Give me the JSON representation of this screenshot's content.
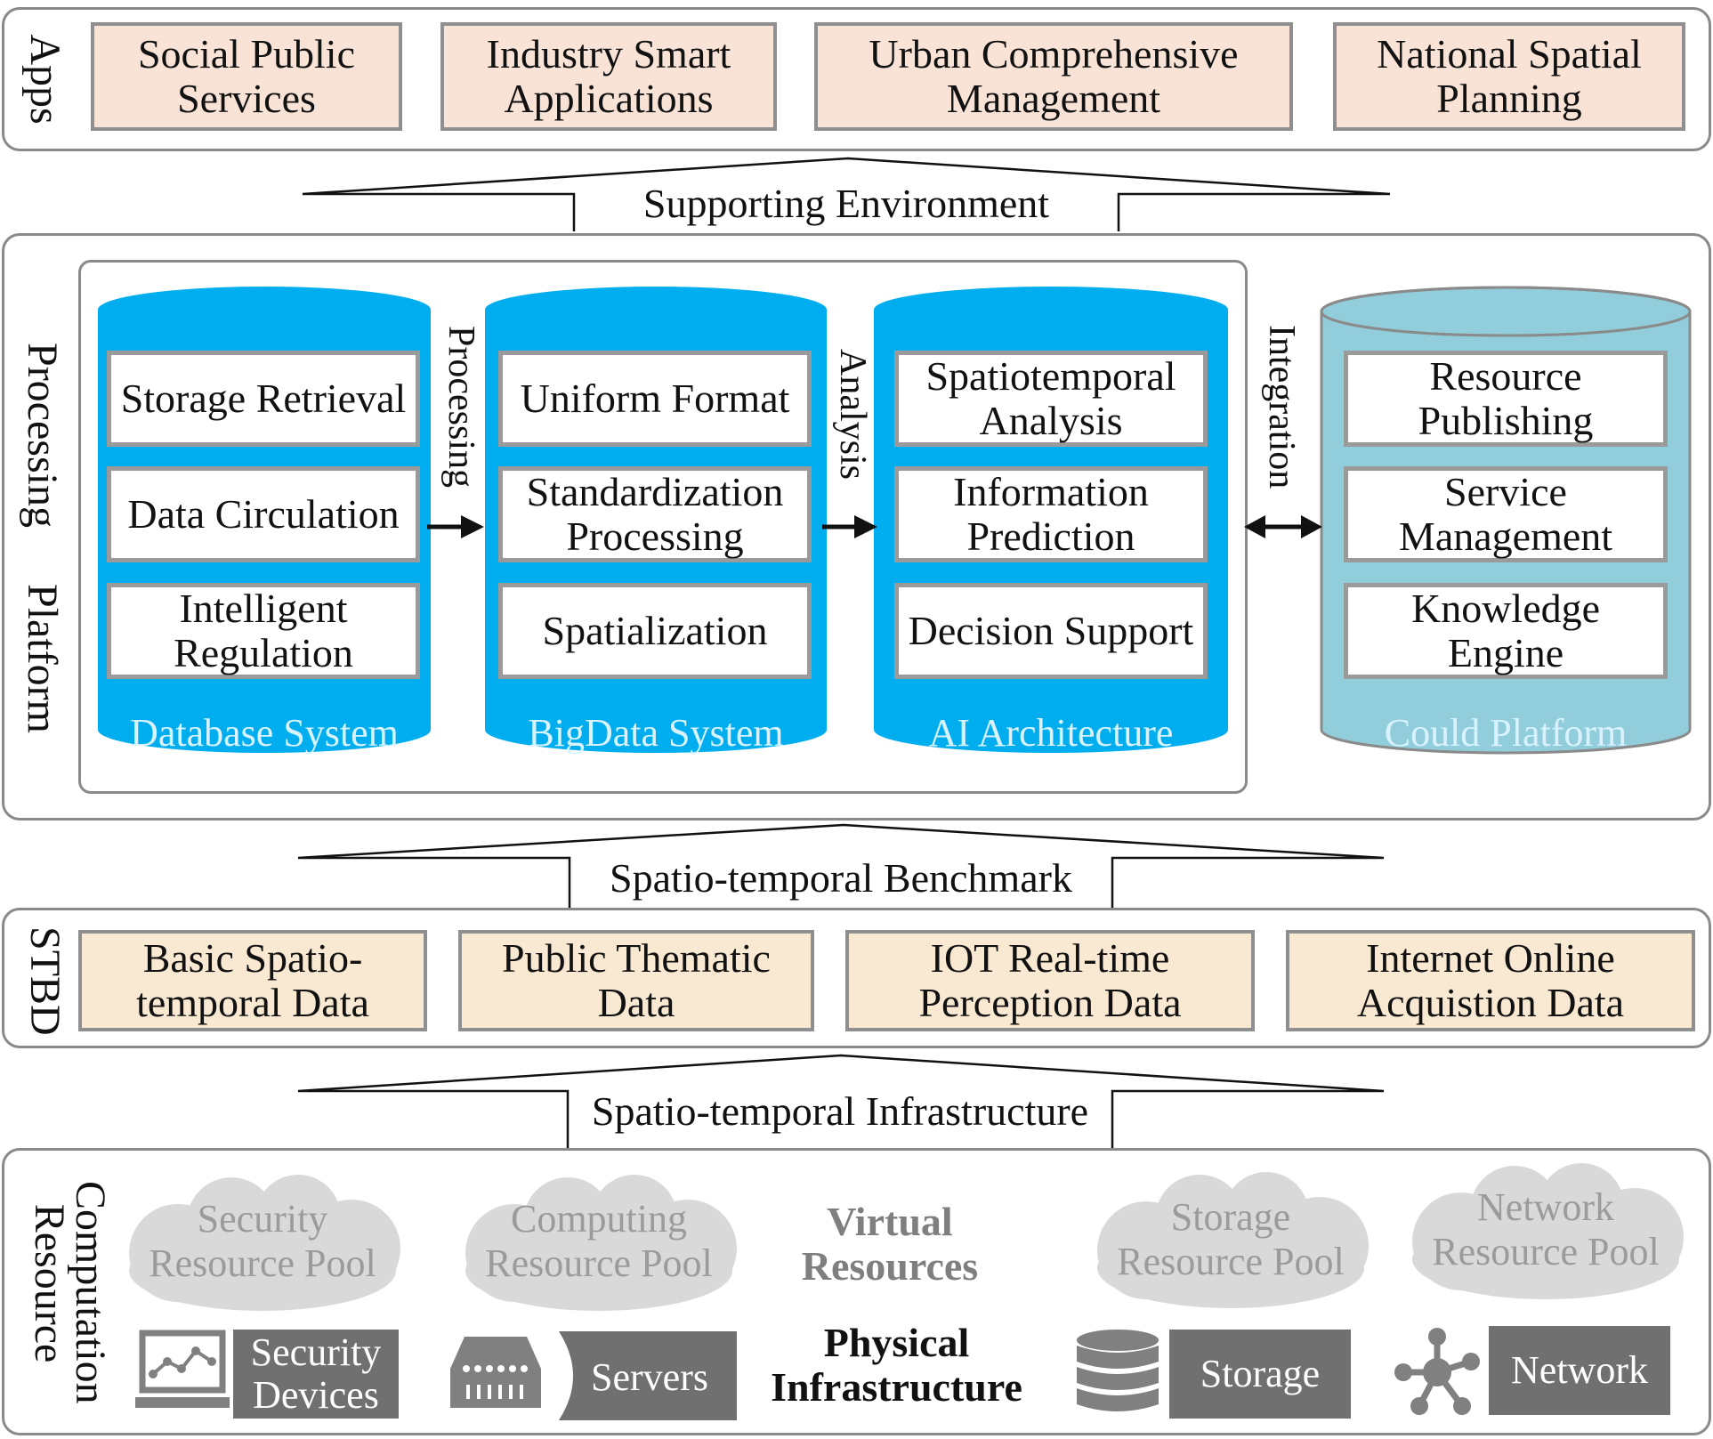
{
  "layers": {
    "apps": {
      "label": "Apps",
      "items": [
        "Social Public\nServices",
        "Industry Smart\nApplications",
        "Urban Comprehensive\nManagement",
        "National Spatial\nPlanning"
      ]
    },
    "supporting_environment": "Supporting Environment",
    "processing": {
      "label_line1": "Processing",
      "label_line2": "Platform",
      "systems": [
        {
          "name": "Database System",
          "items": [
            "Storage Retrieval",
            "Data Circulation",
            "Intelligent\nRegulation"
          ]
        },
        {
          "name": "BigData System",
          "items": [
            "Uniform Format",
            "Standardization\nProcessing",
            "Spatialization"
          ]
        },
        {
          "name": "AI Architecture",
          "items": [
            "Spatiotemporal\nAnalysis",
            "Information\nPrediction",
            "Decision Support"
          ]
        },
        {
          "name": "Could Platform",
          "items": [
            "Resource\nPublishing",
            "Service\nManagement",
            "Knowledge\nEngine"
          ]
        }
      ],
      "arrows": [
        "Processing",
        "Analysis",
        "Integration"
      ]
    },
    "benchmark": "Spatio-temporal Benchmark",
    "stbd": {
      "label": "STBD",
      "items": [
        "Basic Spatio-\ntemporal Data",
        "Public Thematic\nData",
        "IOT Real-time\nPerception Data",
        "Internet Online\nAcquistion Data"
      ]
    },
    "infrastructure": "Spatio-temporal Infrastructure",
    "computation": {
      "label_line1": "Computation",
      "label_line2": "Resource",
      "virtual_title": "Virtual\nResources",
      "physical_title": "Physical\nInfrastructure",
      "pools": [
        "Security\nResource Pool",
        "Computing\nResource Pool",
        "Storage\nResource Pool",
        "Network\nResource Pool"
      ],
      "devices": [
        "Security\nDevices",
        "Servers",
        "Storage",
        "Network"
      ],
      "icons": [
        "monitor-chart-icon",
        "server-icon",
        "database-stack-icon",
        "network-nodes-icon"
      ]
    }
  },
  "colors": {
    "app_fill": "#f9e3d6",
    "data_fill": "#f9e9d3",
    "cylinder_blue": "#00aeef",
    "cylinder_light": "#92cddc",
    "cloud_gray": "#d9d9d9",
    "tag_gray": "#707070"
  }
}
